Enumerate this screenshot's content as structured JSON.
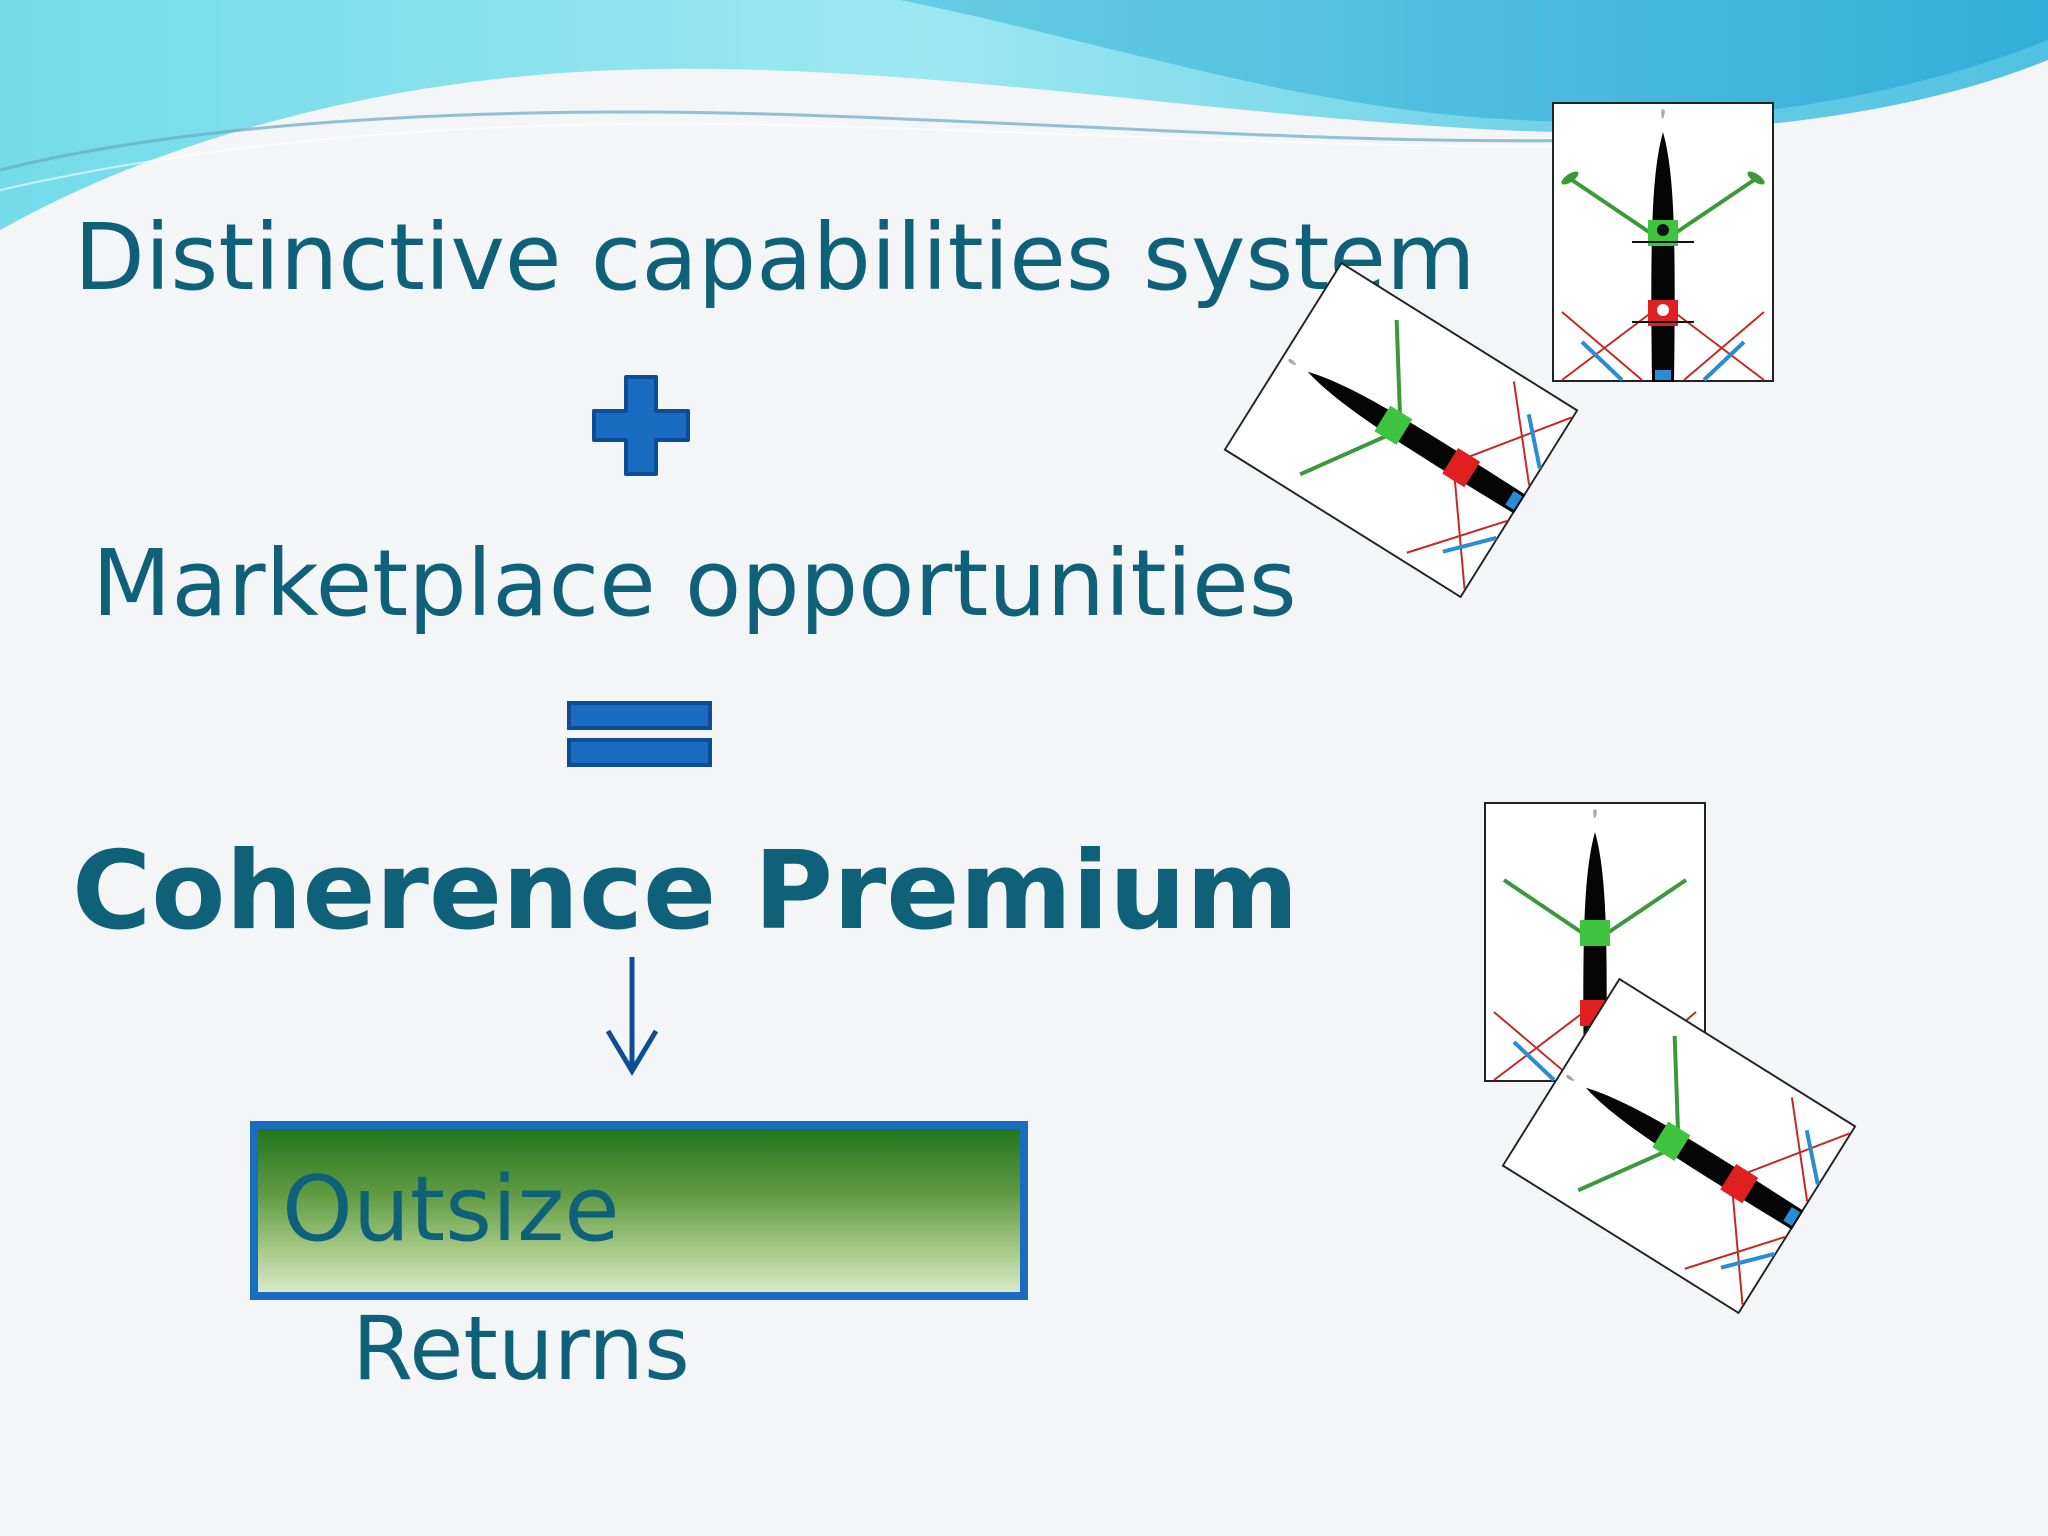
{
  "slide": {
    "line1": "Distinctive capabilities system",
    "line2": "Marketplace opportunities",
    "headline": "Coherence Premium",
    "result_box_text": "Outsize",
    "result_caption": "Returns"
  },
  "icons": {
    "plus": "plus-icon",
    "equals": "equals-icon",
    "arrow": "arrow-down-icon",
    "rowing_boat": "rowing-boat-image"
  },
  "colors": {
    "text": "#0e6178",
    "operator_blue": "#1a6cc2",
    "box_border": "#1a6cc2",
    "box_gradient_top": "#22751e",
    "box_gradient_bottom": "#d8e9c7",
    "wave_light": "#8fe3ef",
    "wave_dark": "#3fb6dc"
  }
}
